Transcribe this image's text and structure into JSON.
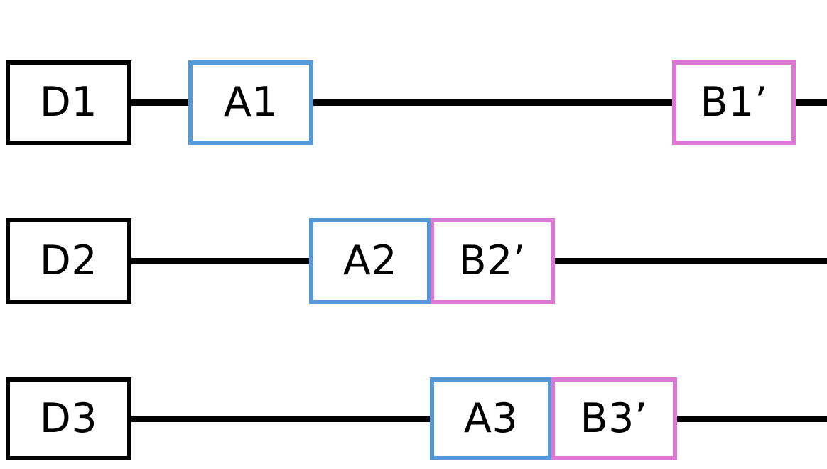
{
  "diagram": {
    "type": "block-chain-diagram",
    "background": "#ffffff",
    "colors": {
      "stroke_black": "#000000",
      "stroke_blue": "#5599db",
      "stroke_pink": "#dd77d5",
      "fill": "#ffffff"
    },
    "rows": [
      {
        "id": "row-1",
        "nodes": [
          {
            "id": "d1",
            "label": "D1",
            "color": "black"
          },
          {
            "id": "a1",
            "label": "A1",
            "color": "blue"
          },
          {
            "id": "b1",
            "label": "B1’",
            "color": "pink"
          }
        ]
      },
      {
        "id": "row-2",
        "nodes": [
          {
            "id": "d2",
            "label": "D2",
            "color": "black"
          },
          {
            "id": "a2",
            "label": "A2",
            "color": "blue"
          },
          {
            "id": "b2",
            "label": "B2’",
            "color": "pink"
          }
        ]
      },
      {
        "id": "row-3",
        "nodes": [
          {
            "id": "d3",
            "label": "D3",
            "color": "black"
          },
          {
            "id": "a3",
            "label": "A3",
            "color": "blue"
          },
          {
            "id": "b3",
            "label": "B3’",
            "color": "pink"
          }
        ]
      }
    ]
  }
}
